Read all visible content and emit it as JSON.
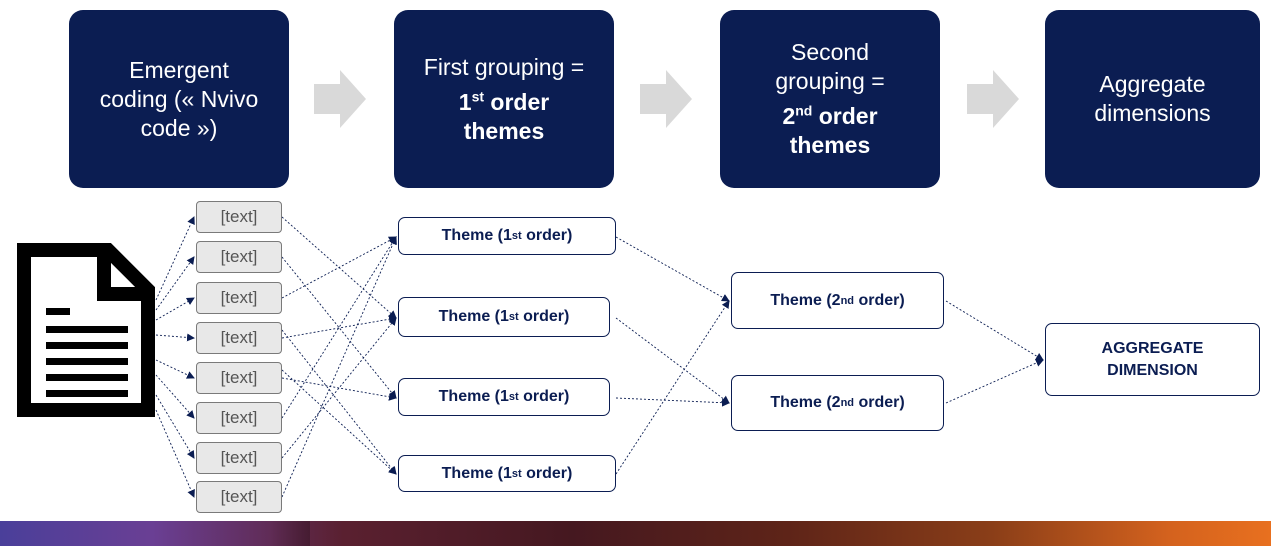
{
  "header_steps": [
    {
      "lines": [
        "Emergent",
        "coding (« Nvivo",
        "code »)"
      ]
    },
    {
      "line1": "First grouping =",
      "ordinal": "1",
      "suffix": "st",
      "rest": "order",
      "line3": "themes"
    },
    {
      "line0": "Second",
      "line1": "grouping =",
      "ordinal": "2",
      "suffix": "nd",
      "rest": "order",
      "line3": "themes"
    },
    {
      "lines": [
        "Aggregate",
        "dimensions"
      ]
    }
  ],
  "text_items": [
    "[text]",
    "[text]",
    "[text]",
    "[text]",
    "[text]",
    "[text]",
    "[text]",
    "[text]"
  ],
  "first_order_themes": [
    {
      "prefix": "Theme (1",
      "sup": "st",
      "suffix": " order)"
    },
    {
      "prefix": "Theme (1",
      "sup": "st",
      "suffix": " order)"
    },
    {
      "prefix": "Theme (1",
      "sup": "st",
      "suffix": " order)"
    },
    {
      "prefix": "Theme (1",
      "sup": "st",
      "suffix": " order)"
    }
  ],
  "second_order_themes": [
    {
      "prefix": "Theme (2",
      "sup": "nd",
      "suffix": " order)"
    },
    {
      "prefix": "Theme (2",
      "sup": "nd",
      "suffix": " order)"
    }
  ],
  "aggregate": {
    "line1": "AGGREGATE",
    "line2": "DIMENSION"
  },
  "colors": {
    "navy": "#0b1d52",
    "arrow_gray": "#d9d9d9",
    "text_box_fill": "#e8e8e8"
  },
  "icons": [
    "document-icon",
    "right-arrow-icon"
  ]
}
